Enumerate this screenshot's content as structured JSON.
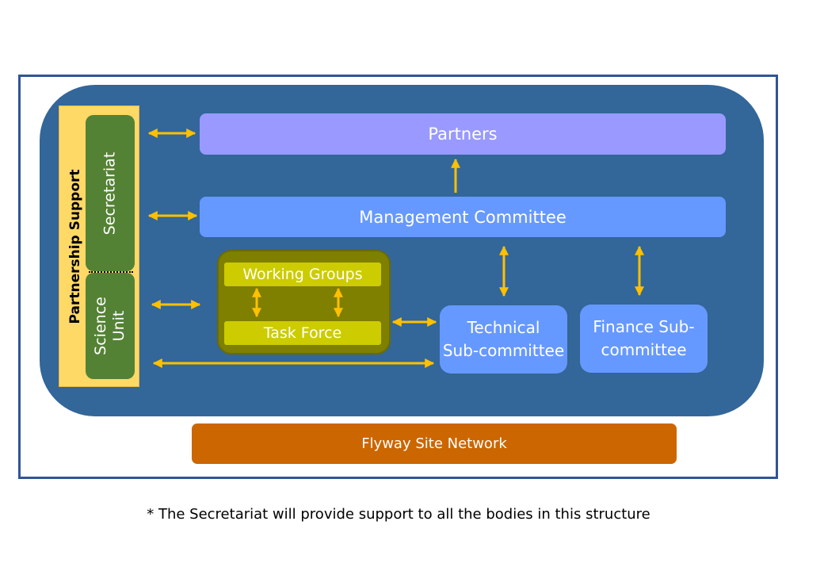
{
  "partnership_support": "Partnership Support",
  "secretariat": "Secretariat",
  "science_unit": [
    "Science",
    "Unit"
  ],
  "partners": "Partners",
  "management_committee": "Management Committee",
  "working_groups": "Working Groups",
  "task_force": "Task Force",
  "technical": [
    "Technical",
    "Sub-committee"
  ],
  "finance": [
    "Finance Sub-",
    "committee"
  ],
  "flyway": "Flyway Site Network",
  "footnote": "* The Secretariat will provide support to all the bodies in this structure",
  "colors": {
    "arrow": "#ffc000",
    "container": "#336699",
    "partners": "#9999ff",
    "committee": "#6699ff",
    "support": "#ffd966",
    "green": "#548235",
    "olive": "#7f7f00",
    "lime": "#cccc00",
    "flyway": "#cc6600",
    "frame": "#2f5597"
  }
}
